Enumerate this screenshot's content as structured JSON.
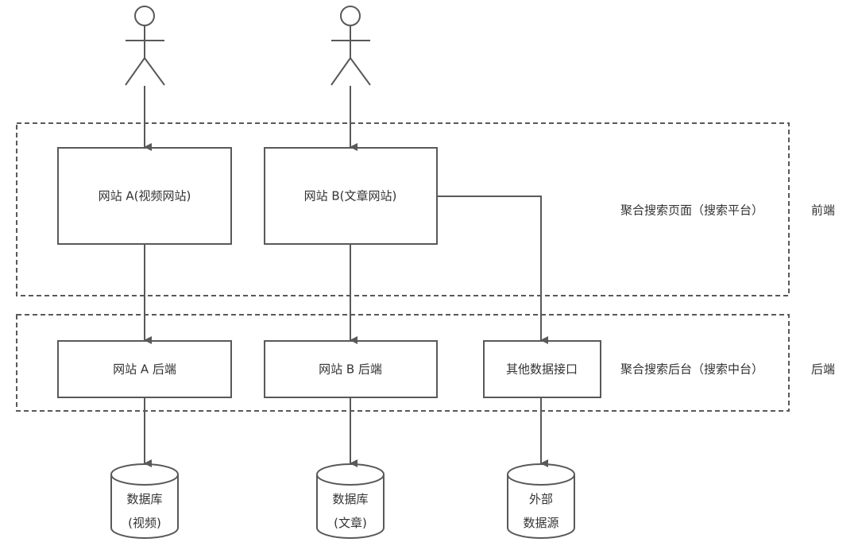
{
  "diagram": {
    "colors": {
      "stroke": "#595959",
      "text": "#333333",
      "background": "#ffffff"
    },
    "actors": [
      {
        "id": "user-a",
        "label": ""
      },
      {
        "id": "user-b",
        "label": ""
      }
    ],
    "layers": {
      "frontend": {
        "title": "聚合搜索页面（搜索平台）",
        "tag": "前端"
      },
      "backend": {
        "title": "聚合搜索后台（搜索中台）",
        "tag": "后端"
      }
    },
    "frontend_boxes": [
      {
        "id": "site-a",
        "label": "网站 A(视频网站)"
      },
      {
        "id": "site-b",
        "label": "网站 B(文章网站)"
      }
    ],
    "backend_boxes": [
      {
        "id": "site-a-backend",
        "label": "网站 A 后端"
      },
      {
        "id": "site-b-backend",
        "label": "网站 B 后端"
      },
      {
        "id": "other-api",
        "label": "其他数据接口"
      }
    ],
    "databases": [
      {
        "id": "db-video",
        "line1": "数据库",
        "line2": "(视频)"
      },
      {
        "id": "db-article",
        "line1": "数据库",
        "line2": "(文章)"
      },
      {
        "id": "db-external",
        "line1": "外部",
        "line2": "数据源"
      }
    ],
    "edges": [
      {
        "from": "user-a",
        "to": "site-a"
      },
      {
        "from": "user-b",
        "to": "site-b"
      },
      {
        "from": "site-a",
        "to": "site-a-backend"
      },
      {
        "from": "site-b",
        "to": "site-b-backend"
      },
      {
        "from": "site-b",
        "to": "other-api"
      },
      {
        "from": "site-a-backend",
        "to": "db-video"
      },
      {
        "from": "site-b-backend",
        "to": "db-article"
      },
      {
        "from": "other-api",
        "to": "db-external"
      }
    ]
  }
}
